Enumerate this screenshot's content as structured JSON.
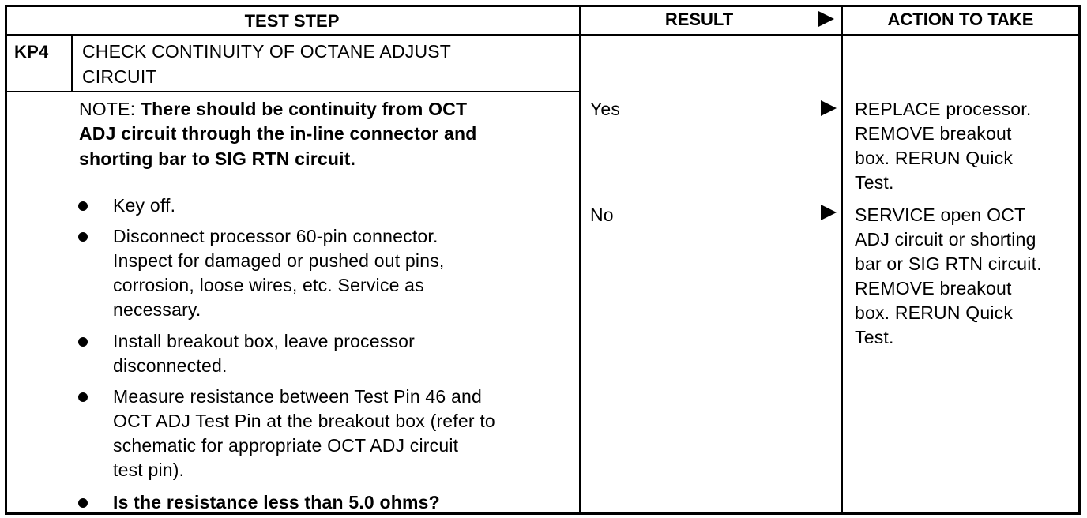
{
  "header": {
    "test_step": "TEST STEP",
    "result": "RESULT",
    "action": "ACTION TO TAKE"
  },
  "step": {
    "id": "KP4",
    "title_line1": "CHECK CONTINUITY OF OCTANE ADJUST",
    "title_line2": "CIRCUIT"
  },
  "note": {
    "label": "NOTE:",
    "line1": "There should be continuity from OCT",
    "line2": "ADJ circuit through the in-line connector and",
    "line3": "shorting bar to SIG RTN circuit."
  },
  "bullets": [
    {
      "lines": [
        "Key off."
      ]
    },
    {
      "lines": [
        "Disconnect processor 60-pin connector.",
        "Inspect for damaged or pushed out pins,",
        "corrosion, loose wires, etc. Service as",
        "necessary."
      ]
    },
    {
      "lines": [
        "Install breakout box, leave processor",
        "disconnected."
      ]
    },
    {
      "lines": [
        "Measure resistance between Test Pin 46 and",
        "OCT ADJ Test Pin at the breakout box (refer to",
        "schematic for appropriate OCT ADJ circuit",
        "test pin)."
      ]
    },
    {
      "lines": [
        "Is the resistance less than 5.0 ohms?"
      ]
    }
  ],
  "results": [
    {
      "result": "Yes",
      "action_lines": [
        "REPLACE processor.",
        "REMOVE breakout",
        "box. RERUN Quick",
        "Test."
      ]
    },
    {
      "result": "No",
      "action_lines": [
        "SERVICE open OCT",
        "ADJ circuit or shorting",
        "bar or SIG RTN circuit.",
        "REMOVE breakout",
        "box. RERUN Quick",
        "Test."
      ]
    }
  ]
}
